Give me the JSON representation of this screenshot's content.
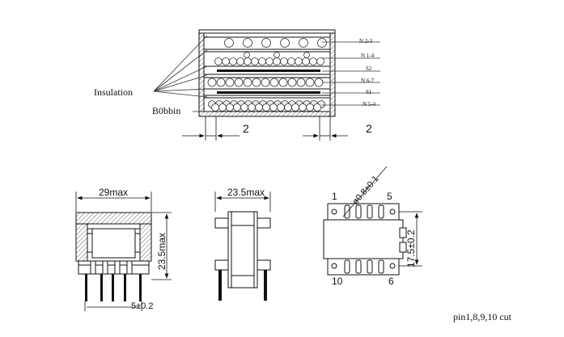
{
  "cross_section": {
    "winding_labels": [
      "N 2-3",
      "N 1-4",
      "S2",
      "N 6-7",
      "S1",
      "N 5-4"
    ],
    "insulation_label": "Insulation",
    "bobbin_label": "B0bbin",
    "dim_left": "2",
    "dim_right": "2"
  },
  "front_view": {
    "width_label": "29max",
    "height_label": "23.5max",
    "pin_label": "5±0.2"
  },
  "side_view": {
    "width_label": "23.5max"
  },
  "bottom_view": {
    "pin_1": "1",
    "pin_5": "5",
    "pin_10": "10",
    "pin_6": "6",
    "hole_label": "ø0.8±0.1",
    "row_spacing_label": "17.5±0.2"
  },
  "footnote": "pin1,8,9,10 cut"
}
